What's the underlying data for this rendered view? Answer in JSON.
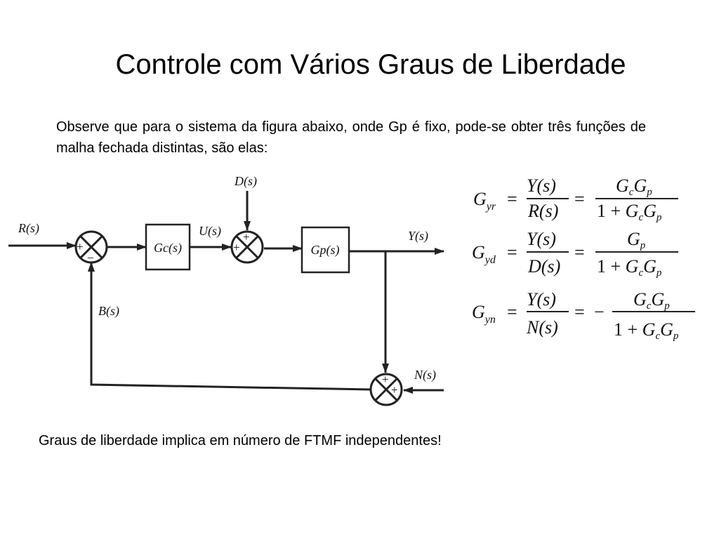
{
  "slide": {
    "title": "Controle com Vários Graus de Liberdade",
    "intro": "Observe que para o sistema da figura abaixo, onde Gp é fixo, pode-se obter três funções de malha fechada distintas, são elas:",
    "footer": "Graus de liberdade implica em número de FTMF independentes!"
  },
  "diagram": {
    "input_label": "R(s)",
    "disturbance_label": "D(s)",
    "noise_label": "N(s)",
    "control_label": "U(s)",
    "output_label": "Y(s)",
    "feedback_label": "B(s)",
    "controller_block": "Gc(s)",
    "plant_block": "Gp(s)",
    "sum1_signs": [
      "+",
      "−"
    ],
    "sum2_signs": [
      "+",
      "+"
    ],
    "sum3_signs": [
      "+",
      "+"
    ]
  },
  "equations": [
    {
      "lhs": "Gyr",
      "ratio": "Y(s)/R(s)",
      "rhs": "GcGp/(1 + GcGp)"
    },
    {
      "lhs": "Gyd",
      "ratio": "Y(s)/D(s)",
      "rhs": "Gp/(1 + GcGp)"
    },
    {
      "lhs": "Gyn",
      "ratio": "Y(s)/N(s)",
      "rhs": "−GcGp/(1 + GcGp)"
    }
  ]
}
